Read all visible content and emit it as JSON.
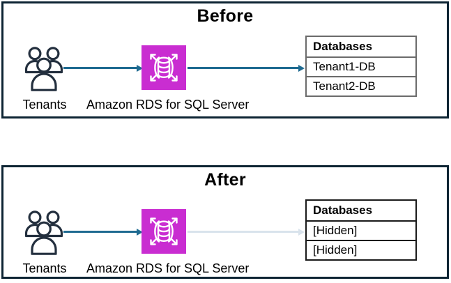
{
  "colors": {
    "panel-border": "#0d2433",
    "arrow": "#1f6b91",
    "arrow-faded": "#d9e3ec",
    "rds-magenta": "#c92dd1",
    "icon-ink": "#232f3e",
    "table-border-before": "#6b6b6b",
    "table-border-after": "#1a1a1a",
    "text": "#000000"
  },
  "icons": {
    "tenants": "three-users-outline-icon",
    "rds": "aws-rds-database-with-scaling-arrows-icon"
  },
  "panels": [
    {
      "title": "Before",
      "tenants_label": "Tenants",
      "service_label": "Amazon RDS for SQL Server",
      "table": {
        "header": "Databases",
        "rows": [
          "Tenant1-DB",
          "Tenant2-DB"
        ]
      }
    },
    {
      "title": "After",
      "tenants_label": "Tenants",
      "service_label": "Amazon RDS for SQL Server",
      "table": {
        "header": "Databases",
        "rows": [
          "[Hidden]",
          "[Hidden]"
        ]
      }
    }
  ]
}
